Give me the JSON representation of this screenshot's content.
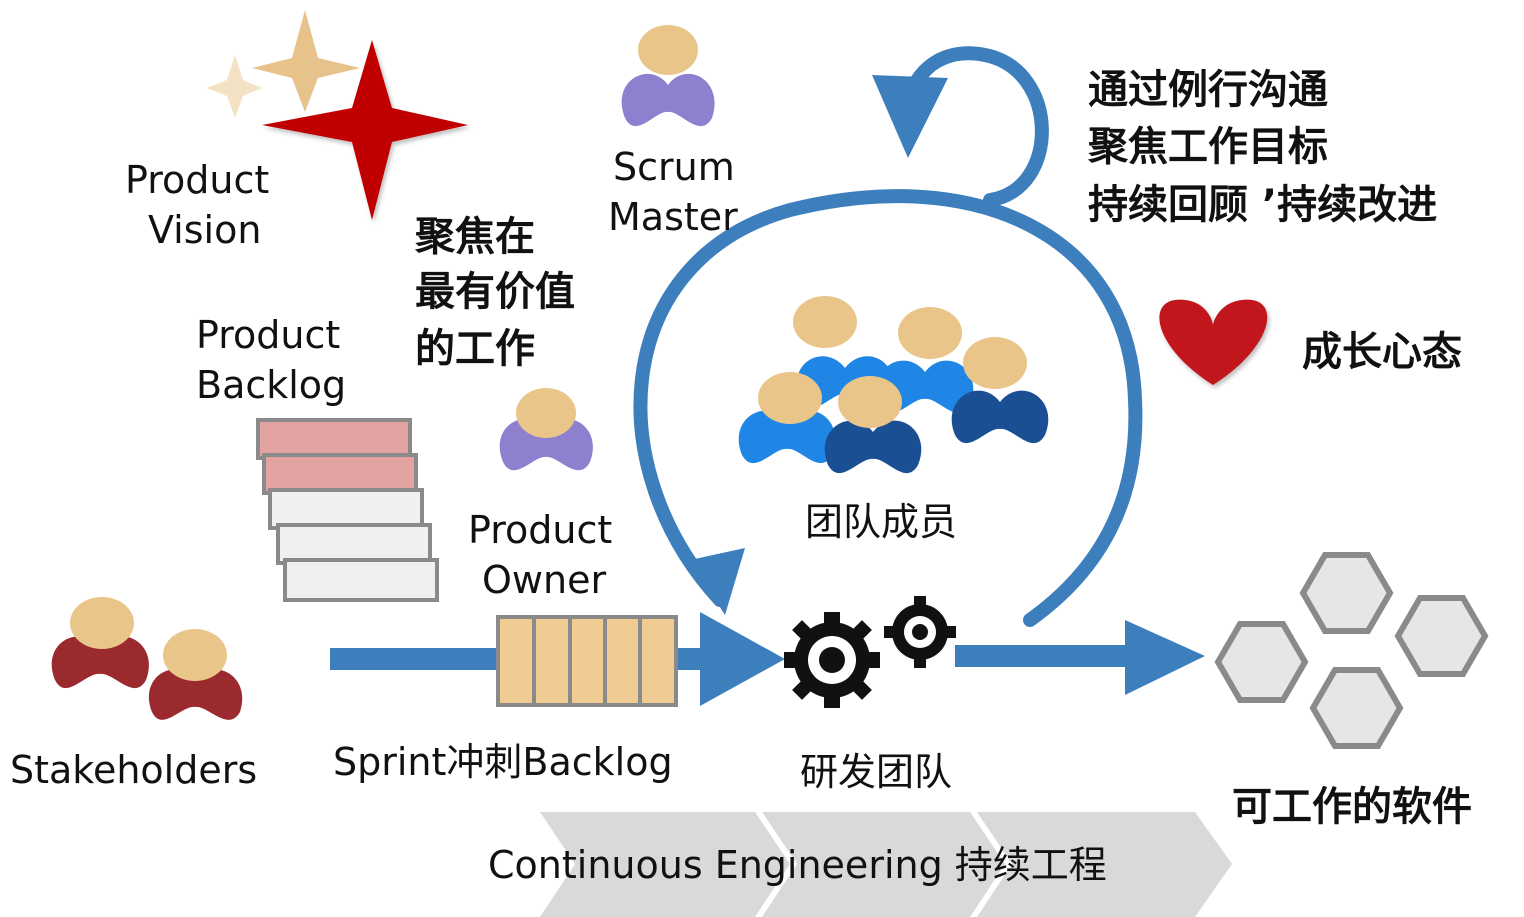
{
  "labels": {
    "product_vision": [
      "Product",
      "Vision"
    ],
    "scrum_master": [
      "Scrum",
      "Master"
    ],
    "focus_value": [
      "聚焦在",
      "最有价值",
      "的工作"
    ],
    "product_backlog": [
      "Product",
      "Backlog"
    ],
    "product_owner": [
      "Product",
      "Owner"
    ],
    "stakeholders": "Stakeholders",
    "sprint_backlog": "Sprint冲刺Backlog",
    "team_members": "团队成员",
    "dev_team": "研发团队",
    "working_software": "可工作的软件",
    "growth_mindset": "成长心态",
    "routine_comm": [
      "通过例行沟通",
      "聚焦工作目标",
      "持续回顾 ’持续改进"
    ],
    "continuous_engineering": "Continuous Engineering 持续工程"
  },
  "colors": {
    "arrow_blue": "#3d7fbd",
    "star_red": "#c00000",
    "star_tan": "#e7c28a",
    "heart_red": "#c0161e",
    "backlog_pink": "#e3a3a3",
    "backlog_grey": "#f0f0f0",
    "sprint_tan": "#f0cc94",
    "person_purple": "#8e7fcf",
    "person_maroon": "#9b2a2f",
    "person_blue_light": "#1f86e6",
    "person_blue_dark": "#1b4f93",
    "head_tan": "#e9c58a",
    "chevron_grey": "#d8d8d8"
  }
}
